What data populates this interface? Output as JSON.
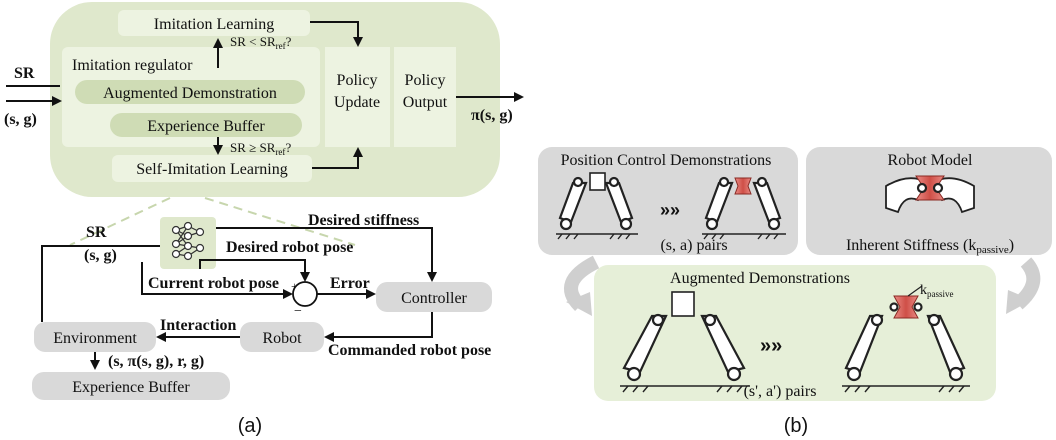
{
  "panel_a": {
    "imitation_learning": "Imitation Learning",
    "sr_lt": "SR < SR",
    "sr_lt_sub": "ref",
    "sr_lt_q": "?",
    "imitation_regulator": "Imitation regulator",
    "augmented_demonstration": "Augmented Demonstration",
    "experience_buffer_top": "Experience Buffer",
    "sr_ge": "SR ≥ SR",
    "sr_ge_sub": "ref",
    "sr_ge_q": "?",
    "self_imitation_learning": "Self-Imitation Learning",
    "policy_update_1": "Policy",
    "policy_update_2": "Update",
    "policy_output_1": "Policy",
    "policy_output_2": "Output",
    "input_sr": "SR",
    "input_sg": "(s, g)",
    "output_pi": "π(s, g)",
    "sr_lower": "SR",
    "sg_lower": "(s, g)",
    "desired_stiffness": "Desired stiffness",
    "desired_robot_pose": "Desired robot pose",
    "current_robot_pose": "Current robot pose",
    "plus": "+",
    "minus": "−",
    "error": "Error",
    "controller": "Controller",
    "interaction": "Interaction",
    "environment": "Environment",
    "robot": "Robot",
    "commanded_robot_pose": "Commanded robot pose",
    "transition": "(s, π(s, g), r, g)",
    "experience_buffer_bottom": "Experience Buffer",
    "caption": "(a)"
  },
  "panel_b": {
    "position_control": "Position Control Demonstrations",
    "sa_pairs": "(s, a) pairs",
    "robot_model": "Robot Model",
    "inherent_stiffness": "Inherent Stiffness (k",
    "inherent_stiffness_sub": "passive",
    "inherent_stiffness_end": ")",
    "augmented_demonstrations": "Augmented Demonstrations",
    "k_passive": "k",
    "k_passive_sub": "passive",
    "sa_prime_pairs": "(s', a') pairs",
    "caption": "(b)"
  },
  "colors": {
    "green_fill": "#dfe8cc",
    "green_inner": "#edf3e1",
    "gray_fill": "#d9d9d9",
    "light_gray": "#e6e6e6",
    "soft_red": "#d9635b"
  }
}
